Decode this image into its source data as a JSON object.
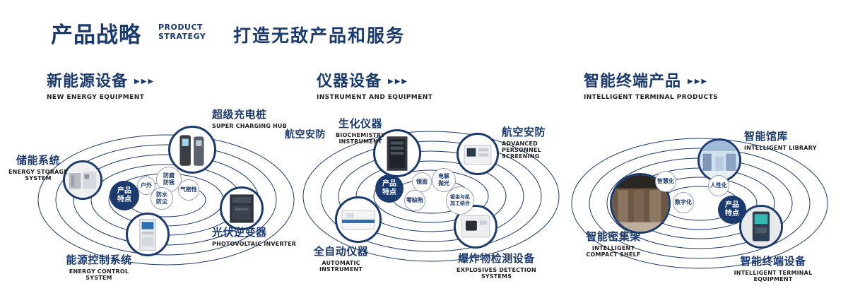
{
  "colors": {
    "navy": "#1b3a6d"
  },
  "icons": {
    "triple_arrow": "▶▶▶"
  },
  "header": {
    "title": "产品战略",
    "subtitle_top": "PRODUCT",
    "subtitle_bottom": "STRATEGY",
    "tagline": "打造无敌产品和服务"
  },
  "sections": [
    {
      "title": "新能源设备",
      "subtitle": "NEW ENERGY EQUIPMENT",
      "badge": "产品特点",
      "features": [
        "防腐防锈",
        "户外",
        "气密性",
        "防水防尘"
      ],
      "products": [
        {
          "name": "超级充电桩",
          "en": "SUPER CHARGING HUB"
        },
        {
          "name": "储能系统",
          "en": "ENERGY STORAGE SYSTEM"
        },
        {
          "name": "光伏逆变器",
          "en": "PHOTOVOLTAIC INVERTER"
        },
        {
          "name": "能源控制系统",
          "en": "ENERGY CONTROL SYSTEM"
        }
      ]
    },
    {
      "title": "仪器设备",
      "subtitle": "INSTRUMENT AND EQUIPMENT",
      "badge": "产品特点",
      "features": [
        "镜面",
        "电解抛光",
        "零缺陷",
        "钣金与机加工结合"
      ],
      "products": [
        {
          "name": "航空安防",
          "en": ""
        },
        {
          "name": "生化仪器",
          "en": "BIOCHEMISTRY INSTRUMENT"
        },
        {
          "name": "航空安防",
          "en": "ADVANCED PERSONNEL SCREENING"
        },
        {
          "name": "全自动仪器",
          "en": "AUTOMATIC INSTRUMENT"
        },
        {
          "name": "爆炸物检测设备",
          "en": "EXPLOSIVES DETECTION SYSTEMS"
        }
      ]
    },
    {
      "title": "智能终端产品",
      "subtitle": "INTELLIGENT TERMINAL PRODUCTS",
      "badge": "产品特点",
      "features": [
        "智慧化",
        "人性化",
        "数字化"
      ],
      "products": [
        {
          "name": "智能馆库",
          "en": "INTELLIGENT LIBRARY"
        },
        {
          "name": "智能密集架",
          "en": "INTELLIGENT COMPACT SHELF"
        },
        {
          "name": "智能终端设备",
          "en": "INTELLIGENT TERMINAL EQUIPMENT"
        }
      ]
    }
  ]
}
